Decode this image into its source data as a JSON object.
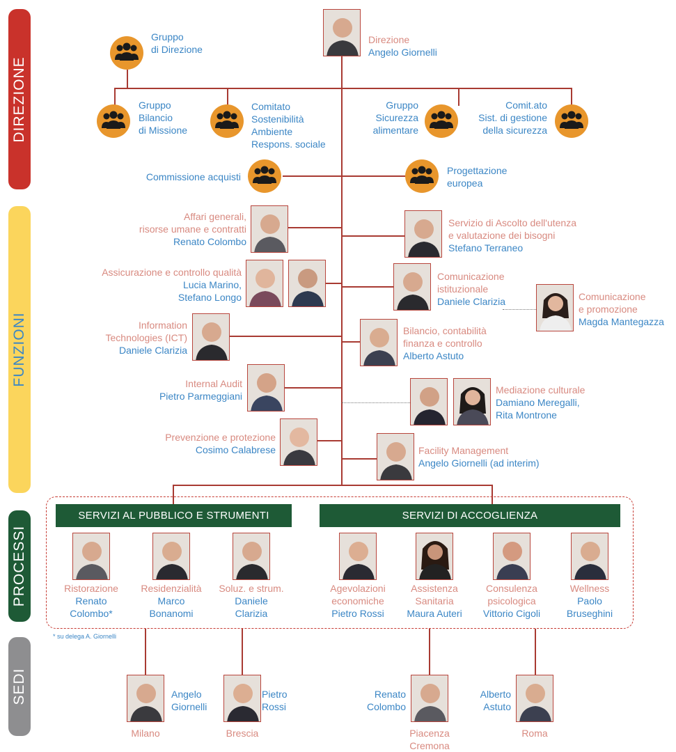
{
  "sections": {
    "direzione": "DIREZIONE",
    "funzioni": "FUNZIONI",
    "processi": "PROCESSI",
    "sedi": "SEDI"
  },
  "colors": {
    "direzione_band": "#c9322b",
    "funzioni_band": "#fbd55c",
    "processi_band": "#1e5a36",
    "sedi_band": "#8e8e90",
    "connector": "#a83a32",
    "group_icon": "#e8962c",
    "role_text": "#d88a80",
    "name_text": "#3b86c5",
    "header_bg": "#1e5a36"
  },
  "direzione": {
    "role": "Direzione",
    "name": "Angelo Giornelli",
    "gruppo_line1": "Gruppo",
    "gruppo_line2": "di Direzione",
    "bilancio": [
      "Gruppo",
      "Bilancio",
      "di Missione"
    ],
    "comitato": [
      "Comitato",
      "Sostenibilità",
      "Ambiente",
      "Respons. sociale"
    ],
    "sicurezza": [
      "Gruppo",
      "Sicurezza",
      "alimentare"
    ],
    "gestione": [
      "Comit.ato",
      "Sist. di gestione",
      "della sicurezza"
    ],
    "commissione": "Commissione acquisti",
    "progettazione": [
      "Progettazione",
      "europea"
    ]
  },
  "funzioni": {
    "affari": {
      "role": [
        "Affari generali,",
        "risorse umane e contratti"
      ],
      "name": "Renato Colombo"
    },
    "assicurazione": {
      "role": "Assicurazione e controllo qualità",
      "name": [
        "Lucia Marino,",
        "Stefano Longo"
      ]
    },
    "it": {
      "role": [
        "Information",
        "Technologies (ICT)"
      ],
      "name": "Daniele Clarizia"
    },
    "audit": {
      "role": "Internal Audit",
      "name": "Pietro Parmeggiani"
    },
    "prevenzione": {
      "role": "Prevenzione e protezione",
      "name": "Cosimo Calabrese"
    },
    "ascolto": {
      "role": [
        "Servizio di Ascolto dell'utenza",
        "e valutazione dei bisogni"
      ],
      "name": "Stefano Terraneo"
    },
    "comunicazione_ist": {
      "role": [
        "Comunicazione",
        "istituzionale"
      ],
      "name": "Daniele Clarizia"
    },
    "comunicazione_prom": {
      "role": [
        "Comunicazione",
        "e promozione"
      ],
      "name": "Magda Mantegazza"
    },
    "bilancio": {
      "role": [
        "Bilancio, contabilità",
        "finanza e controllo"
      ],
      "name": "Alberto Astuto"
    },
    "mediazione": {
      "role": "Mediazione culturale",
      "name": [
        "Damiano Meregalli,",
        "Rita Montrone"
      ]
    },
    "facility": {
      "role": "Facility Management",
      "name": "Angelo Giornelli (ad interim)"
    }
  },
  "processi": {
    "header_left": "SERVIZI AL PUBBLICO E STRUMENTI",
    "header_right": "SERVIZI DI ACCOGLIENZA",
    "units": [
      {
        "role": "Ristorazione",
        "name": [
          "Renato",
          "Colombo*"
        ]
      },
      {
        "role": "Residenzialità",
        "name": [
          "Marco",
          "Bonanomi"
        ]
      },
      {
        "role": "Soluz. e strum.",
        "name": [
          "Daniele",
          "Clarizia"
        ]
      },
      {
        "role": [
          "Agevolazioni",
          "economiche"
        ],
        "name": [
          "Pietro Rossi"
        ]
      },
      {
        "role": [
          "Assistenza",
          "Sanitaria"
        ],
        "name": [
          "Maura Auteri"
        ]
      },
      {
        "role": [
          "Consulenza",
          "psicologica"
        ],
        "name": [
          "Vittorio Cigoli"
        ]
      },
      {
        "role": "Wellness",
        "name": [
          "Paolo",
          "Bruseghini"
        ]
      }
    ],
    "footnote": "* su delega A. Giornelli"
  },
  "sedi": [
    {
      "name": [
        "Angelo",
        "Giornelli"
      ],
      "place": [
        "Milano"
      ]
    },
    {
      "name": [
        "Pietro",
        "Rossi"
      ],
      "place": [
        "Brescia"
      ]
    },
    {
      "name": [
        "Renato",
        "Colombo"
      ],
      "place": [
        "Piacenza",
        "Cremona"
      ]
    },
    {
      "name": [
        "Alberto",
        "Astuto"
      ],
      "place": [
        "Roma"
      ]
    }
  ]
}
